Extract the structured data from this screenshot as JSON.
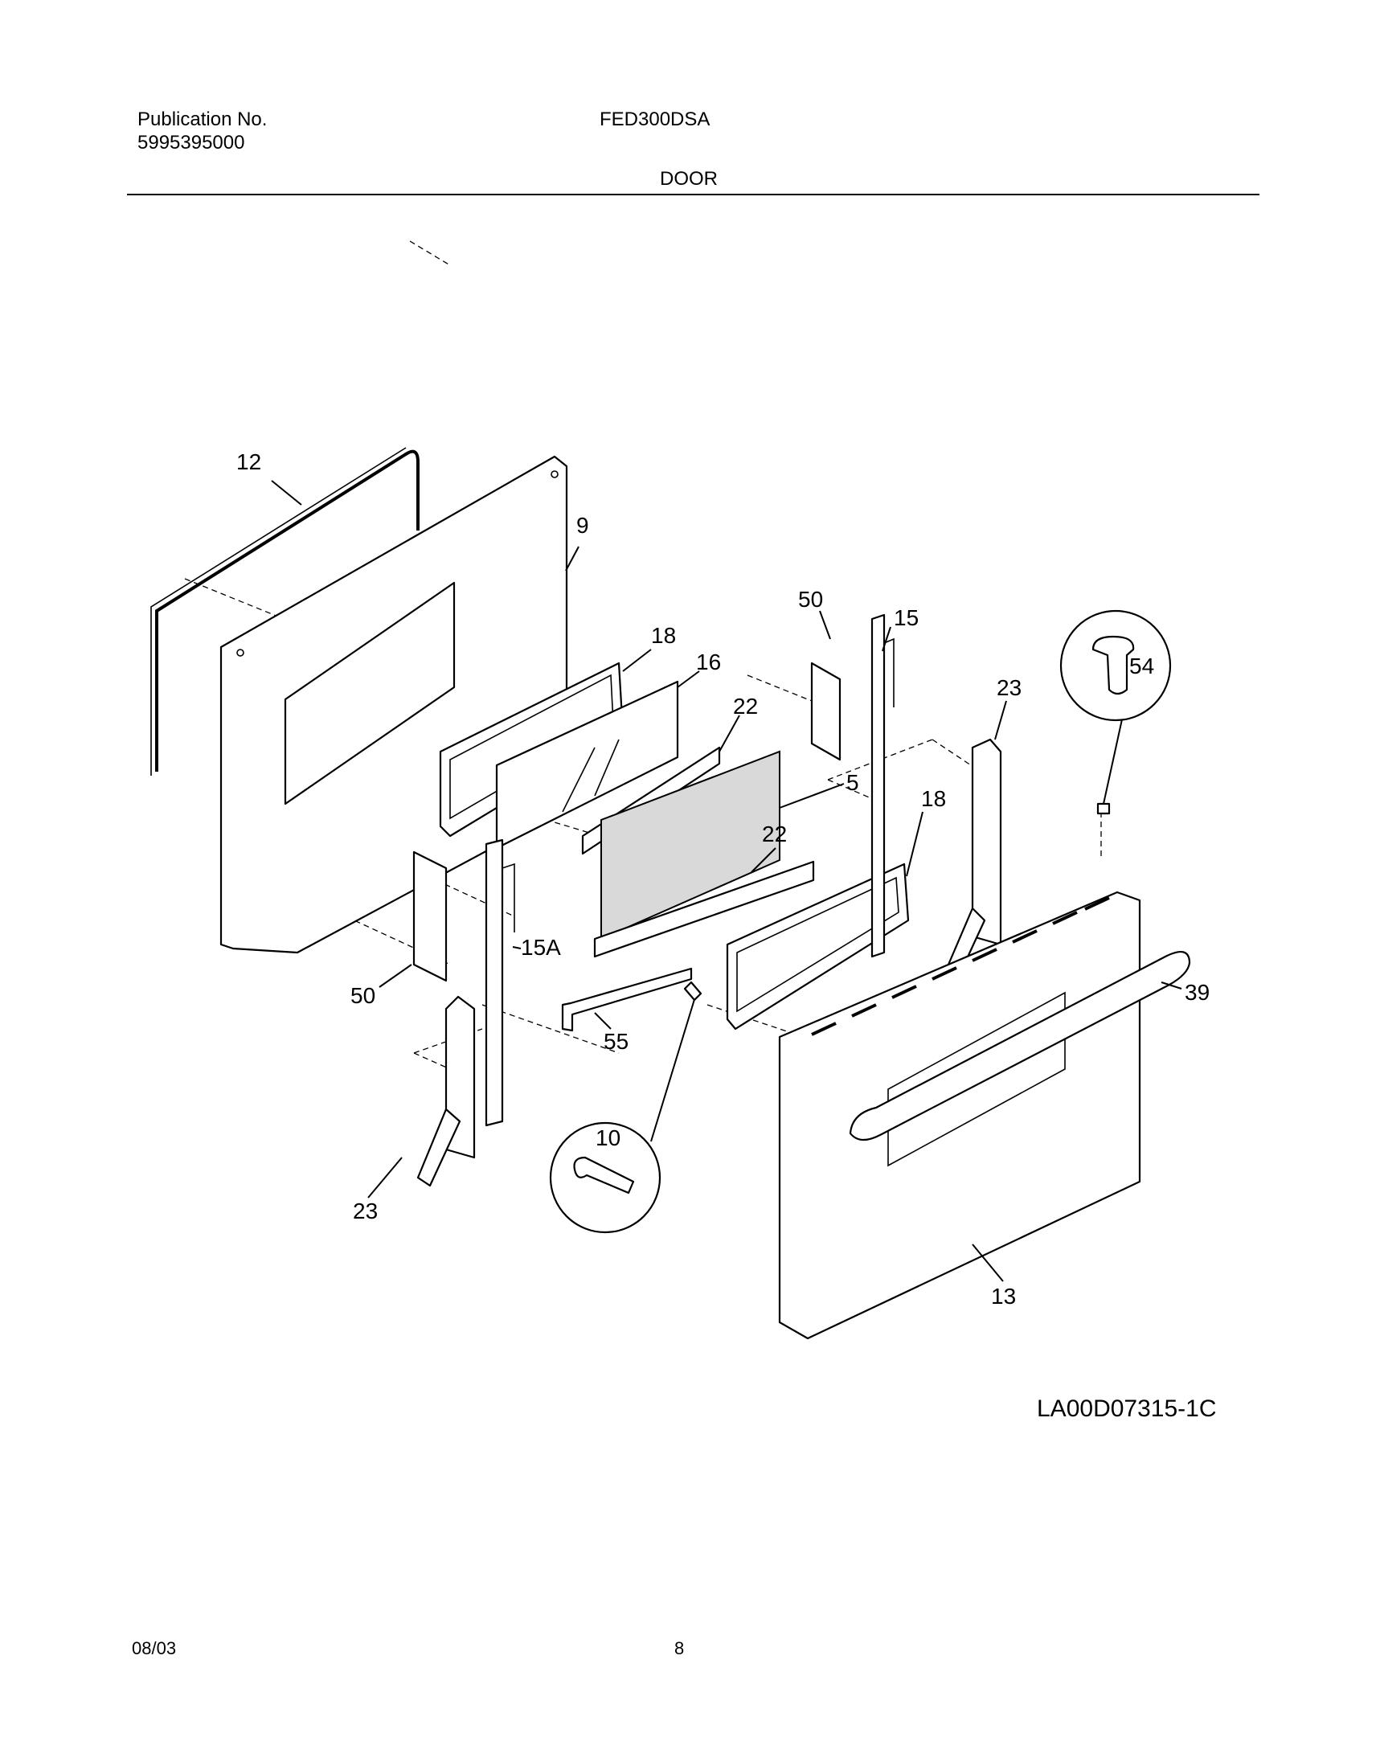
{
  "header": {
    "publication_label": "Publication No.",
    "publication_number": "5995395000",
    "model": "FED300DSA",
    "section_title": "DOOR"
  },
  "diagram": {
    "drawing_id": "LA00D07315-1C",
    "callouts": {
      "c12": "12",
      "c9": "9",
      "c50_top": "50",
      "c15": "15",
      "c18_top": "18",
      "c16": "16",
      "c22_top": "22",
      "c23_right": "23",
      "c54": "54",
      "c5": "5",
      "c18_bottom": "18",
      "c22_bottom": "22",
      "c15A": "15A",
      "c50_left": "50",
      "c39": "39",
      "c55": "55",
      "c10": "10",
      "c23_left": "23",
      "c13": "13"
    }
  },
  "footer": {
    "date": "08/03",
    "page_number": "8"
  }
}
